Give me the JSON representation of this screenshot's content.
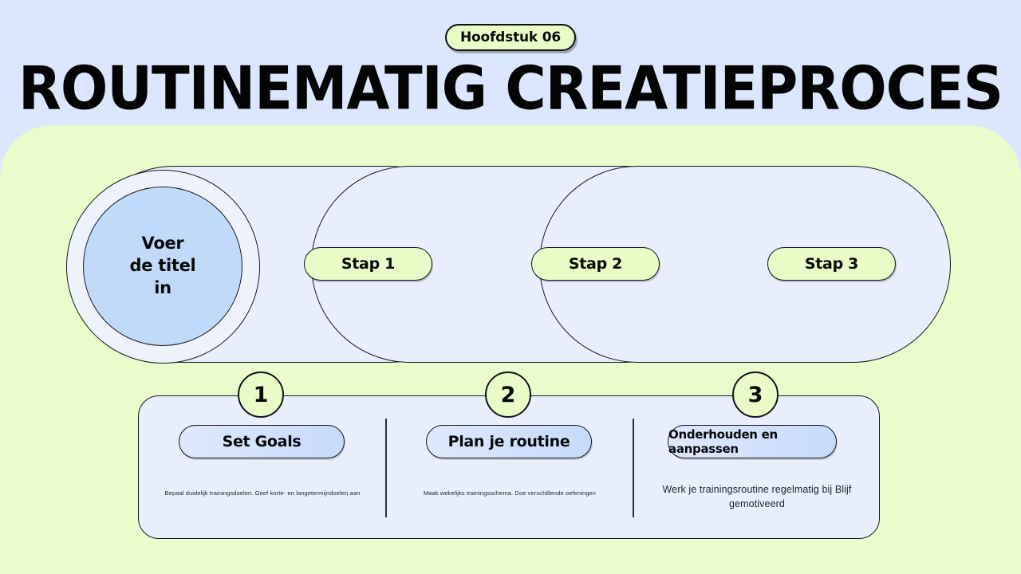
{
  "header": {
    "chapter_badge": "Hoofdstuk 06",
    "title": "ROUTINEMATIG CREATIEPROCES"
  },
  "hero": {
    "title_lines": "Voer\nde titel\nin"
  },
  "banner": {
    "steps": [
      {
        "label": "Stap 1"
      },
      {
        "label": "Stap 2"
      },
      {
        "label": "Stap 3"
      }
    ]
  },
  "details": {
    "badges": [
      "1",
      "2",
      "3"
    ],
    "items": [
      {
        "label": "Set Goals",
        "description": "Bepaal duidelijk trainingsdoelen. Geef korte- en langetermijndoelen aan"
      },
      {
        "label": "Plan je routine",
        "description": "Maak wekelijks trainingsschema. Doe verschillende oefeningen"
      },
      {
        "label": "Onderhouden en aanpassen",
        "description": "Werk je trainingsroutine regelmatig bij Blijf gemotiveerd"
      }
    ]
  },
  "colors": {
    "header_bg": "#dde6ff",
    "panel_green": "#e8fdcb",
    "pill_green": "#e9fcc8",
    "capsule_blue": "#e8eefb",
    "hero_blue": "#c2daf9",
    "ink": "#17181c"
  }
}
